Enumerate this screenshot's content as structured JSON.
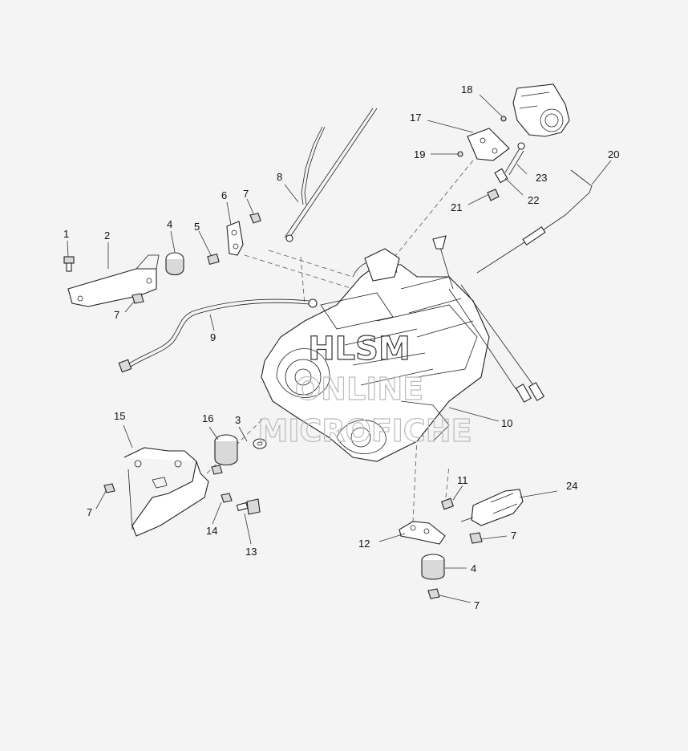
{
  "watermark": {
    "line1": "HLSM",
    "line2": "ONLINE",
    "line3": "MICROFICHE"
  },
  "callouts": {
    "c1": "1",
    "c2": "2",
    "c3": "3",
    "c4a": "4",
    "c4b": "4",
    "c5": "5",
    "c6": "6",
    "c7a": "7",
    "c7b": "7",
    "c7c": "7",
    "c7d": "7",
    "c7e": "7",
    "c8": "8",
    "c9": "9",
    "c10": "10",
    "c11": "11",
    "c12": "12",
    "c13": "13",
    "c14": "14",
    "c15": "15",
    "c16": "16",
    "c17": "17",
    "c18": "18",
    "c19": "19",
    "c20": "20",
    "c21": "21",
    "c22": "22",
    "c23": "23",
    "c24": "24"
  }
}
